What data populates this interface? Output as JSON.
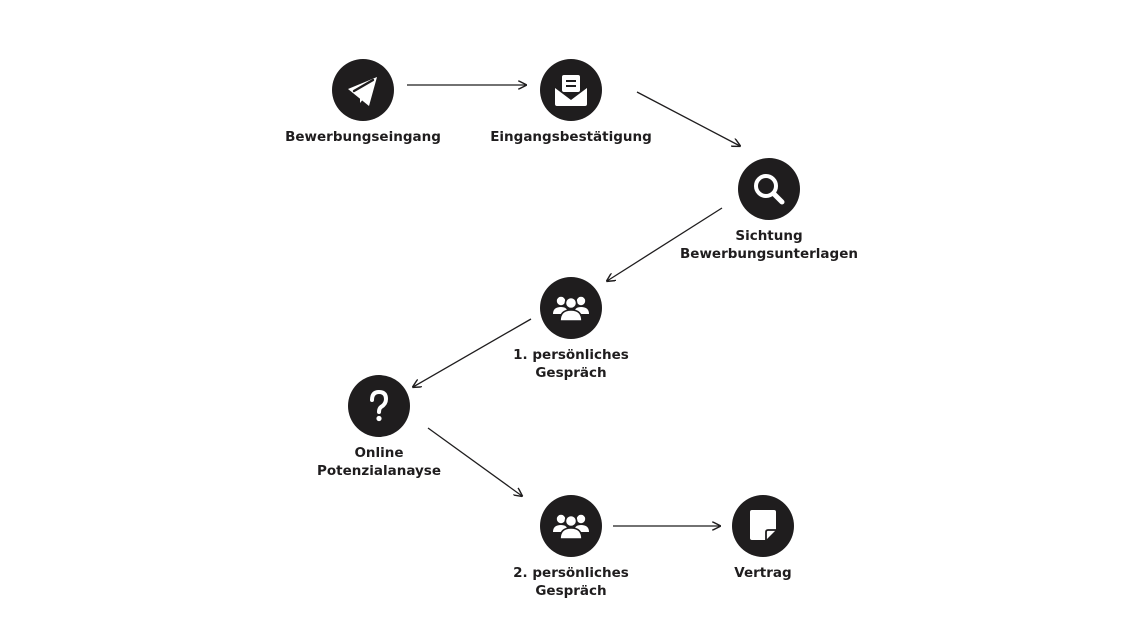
{
  "diagram": {
    "type": "process-flow",
    "colors": {
      "node": "#1f1d1e",
      "icon": "#ffffff",
      "background": "#ffffff"
    },
    "steps": [
      {
        "id": "bewerbungseingang",
        "icon": "paper-plane-icon",
        "label_lines": [
          "Bewerbungseingang"
        ]
      },
      {
        "id": "eingangsbestaetigung",
        "icon": "envelope-open-icon",
        "label_lines": [
          "Eingangsbestätigung"
        ]
      },
      {
        "id": "sichtung",
        "icon": "search-icon",
        "label_lines": [
          "Sichtung",
          "Bewerbungsunterlagen"
        ]
      },
      {
        "id": "gespraech1",
        "icon": "users-icon",
        "label_lines": [
          "1. persönliches",
          "Gespräch"
        ]
      },
      {
        "id": "potenzialanalyse",
        "icon": "question-icon",
        "label_lines": [
          "Online",
          "Potenzialanayse"
        ]
      },
      {
        "id": "gespraech2",
        "icon": "users-icon",
        "label_lines": [
          "2. persönliches",
          "Gespräch"
        ]
      },
      {
        "id": "vertrag",
        "icon": "note-icon",
        "label_lines": [
          "Vertrag"
        ]
      }
    ],
    "connections": [
      {
        "from": "bewerbungseingang",
        "to": "eingangsbestaetigung"
      },
      {
        "from": "eingangsbestaetigung",
        "to": "sichtung"
      },
      {
        "from": "sichtung",
        "to": "gespraech1"
      },
      {
        "from": "gespraech1",
        "to": "potenzialanalyse"
      },
      {
        "from": "potenzialanalyse",
        "to": "gespraech2"
      },
      {
        "from": "gespraech2",
        "to": "vertrag"
      }
    ]
  }
}
